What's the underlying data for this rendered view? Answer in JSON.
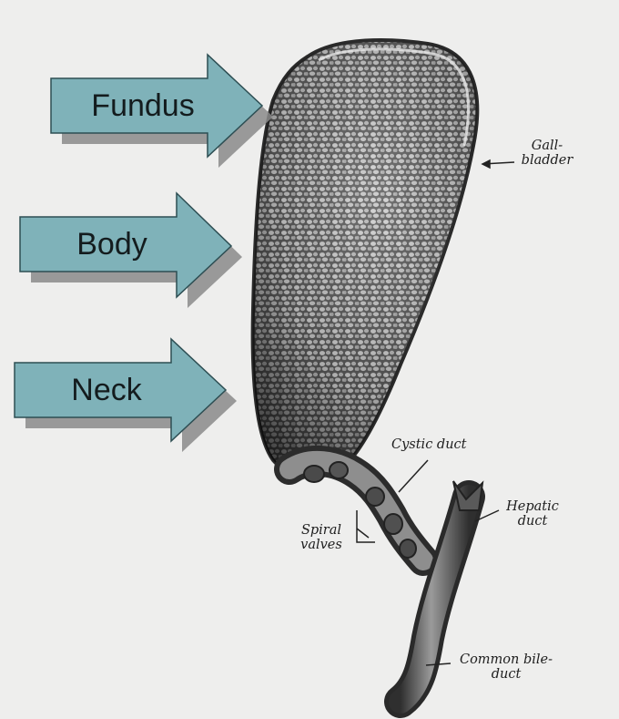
{
  "arrows": [
    {
      "label": "Fundus"
    },
    {
      "label": "Body"
    },
    {
      "label": "Neck"
    }
  ],
  "annotations": {
    "gallbladder": [
      "Gall-",
      "bladder"
    ],
    "cystic_duct": "Cystic duct",
    "spiral_valves": [
      "Spiral",
      "valves"
    ],
    "hepatic_duct": [
      "Hepatic",
      "duct"
    ],
    "common_bile_duct": [
      "Common bile-",
      "duct"
    ]
  },
  "colors": {
    "arrow_fill": "#7fb2b9",
    "arrow_shadow": "#8a8a8a",
    "organ_dark": "#3a3a3a",
    "organ_mid": "#6d6d6d"
  }
}
